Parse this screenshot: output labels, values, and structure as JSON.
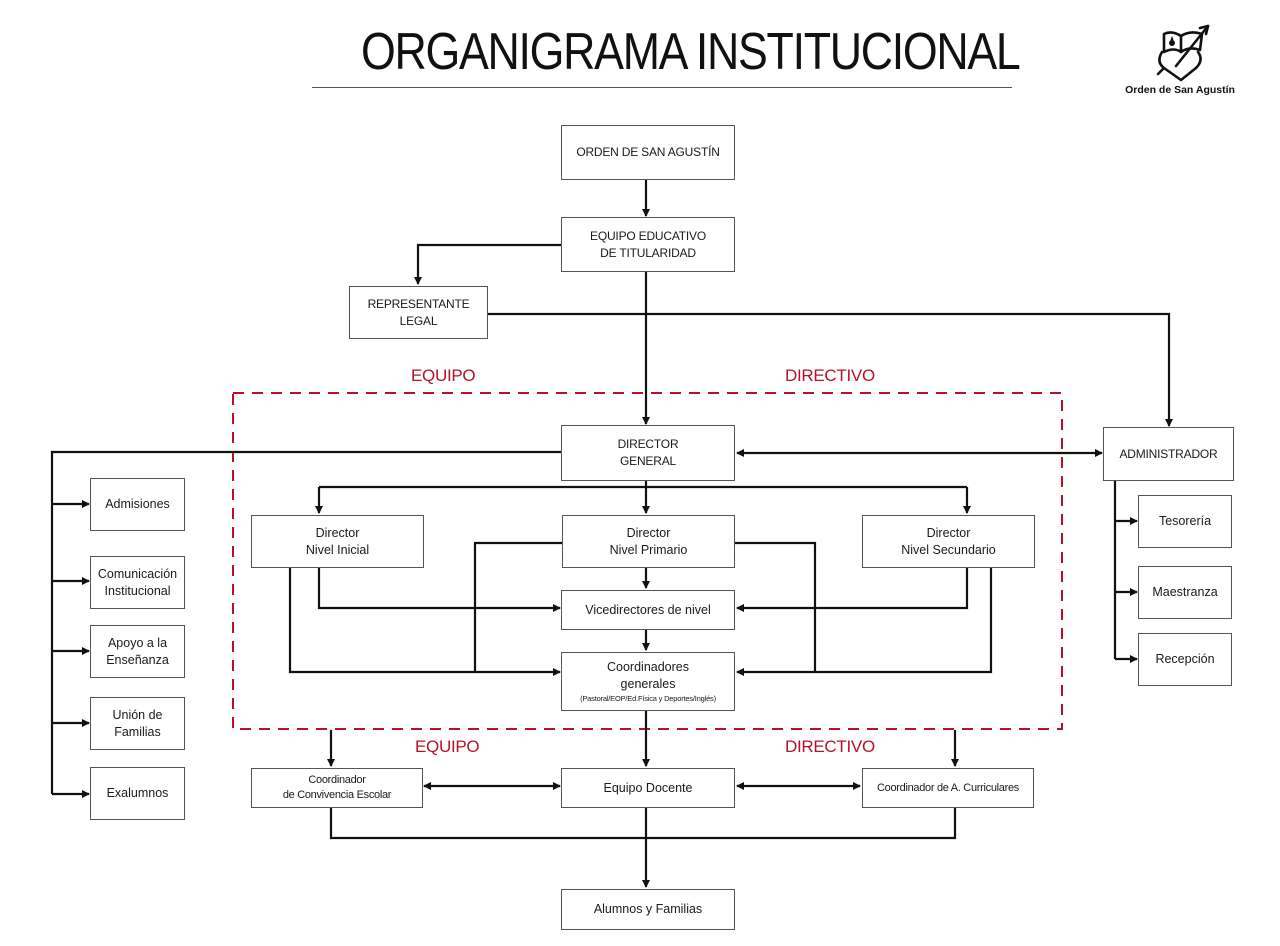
{
  "header": {
    "title": "ORGANIGRAMA INSTITUCIONAL",
    "logo_icon": "augustinian-heart-book-icon",
    "logo_text": "Orden de San Agustín"
  },
  "colors": {
    "line": "#111111",
    "box_border": "#555555",
    "accent_red": "#b5122a"
  },
  "section_labels": {
    "top_left": "EQUIPO",
    "top_right": "DIRECTIVO",
    "bottom_left": "EQUIPO",
    "bottom_right": "DIRECTIVO"
  },
  "nodes": {
    "orden": {
      "lines": [
        "ORDEN DE SAN AGUSTÍN"
      ]
    },
    "equipo_titularidad": {
      "lines": [
        "EQUIPO EDUCATIVO",
        "DE TITULARIDAD"
      ]
    },
    "representante": {
      "lines": [
        "REPRESENTANTE",
        "LEGAL"
      ]
    },
    "director_general": {
      "lines": [
        "DIRECTOR",
        "GENERAL"
      ]
    },
    "administrador": {
      "lines": [
        "ADMINISTRADOR"
      ]
    },
    "tesoreria": {
      "lines": [
        "Tesorería"
      ]
    },
    "maestranza": {
      "lines": [
        "Maestranza"
      ]
    },
    "recepcion": {
      "lines": [
        "Recepción"
      ]
    },
    "admisiones": {
      "lines": [
        "Admisiones"
      ]
    },
    "comunicacion": {
      "lines": [
        "Comunicación",
        "Institucional"
      ]
    },
    "apoyo": {
      "lines": [
        "Apoyo a la",
        "Enseñanza"
      ]
    },
    "union": {
      "lines": [
        "Unión de",
        "Familias"
      ]
    },
    "exalumnos": {
      "lines": [
        "Exalumnos"
      ]
    },
    "dir_inicial": {
      "lines": [
        "Director",
        "Nivel Inicial"
      ]
    },
    "dir_primario": {
      "lines": [
        "Director",
        "Nivel Primario"
      ]
    },
    "dir_secundario": {
      "lines": [
        "Director",
        "Nivel Secundario"
      ]
    },
    "vicedirectores": {
      "lines": [
        "Vicedirectores de nivel"
      ]
    },
    "coordinadores": {
      "lines": [
        "Coordinadores",
        "generales"
      ],
      "note": "(Pastoral/EOP/Ed.Física y Deportes/Inglés)"
    },
    "convivencia": {
      "lines": [
        "Coordinador",
        "de Convivencia Escolar"
      ]
    },
    "docente": {
      "lines": [
        "Equipo Docente"
      ]
    },
    "curriculares": {
      "lines": [
        "Coordinador de A. Curriculares"
      ]
    },
    "alumnos": {
      "lines": [
        "Alumnos y Familias"
      ]
    }
  }
}
